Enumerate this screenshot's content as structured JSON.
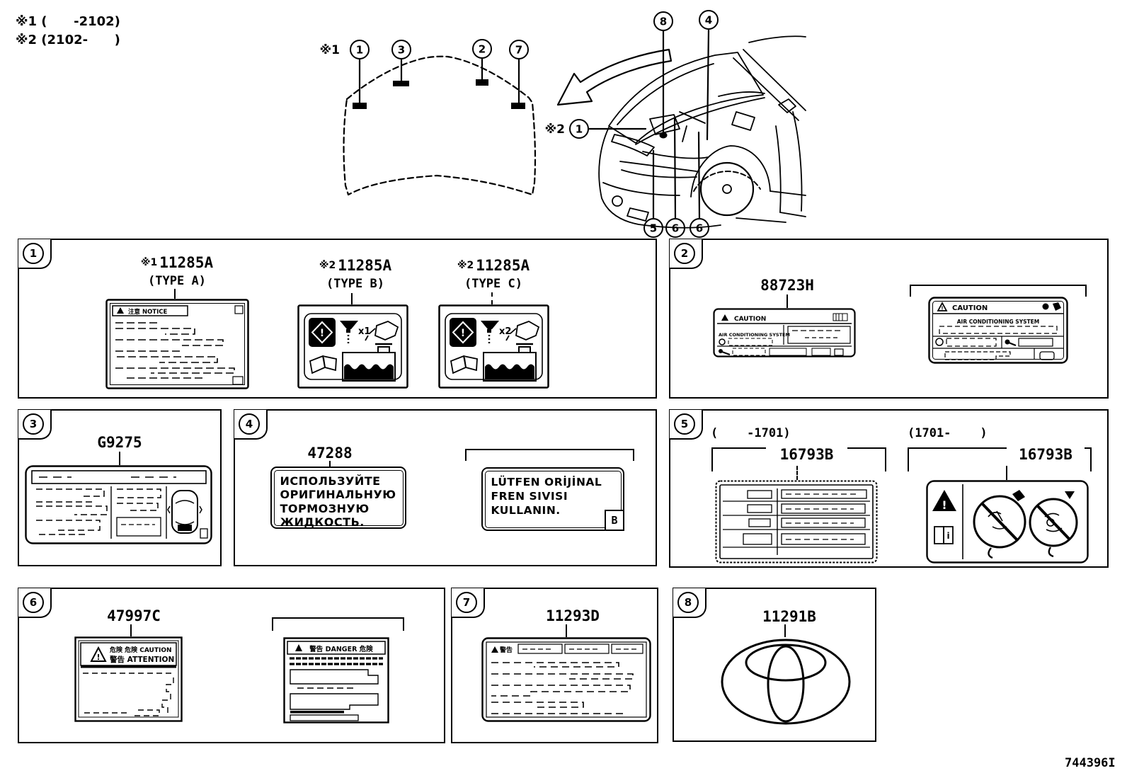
{
  "doc_number": "744396I",
  "notes": {
    "note1": "※1 (      -2102)",
    "note2": "※2 (2102-      )"
  },
  "diagram": {
    "hood_prefix": "※1",
    "engine_prefix": "※2",
    "hood_callouts": [
      "1",
      "3",
      "2",
      "7"
    ],
    "callout_8": "8",
    "callout_4": "4",
    "callout_1": "1",
    "callout_5": "5",
    "callout_6a": "6",
    "callout_6b": "6"
  },
  "panel1": {
    "num": "1",
    "a_prefix": "※1",
    "a_part": "11285A",
    "a_type": "(TYPE A)",
    "b_prefix": "※2",
    "b_part": "11285A",
    "b_type": "(TYPE B)",
    "c_prefix": "※2",
    "c_part": "11285A",
    "c_type": "(TYPE C)",
    "notice_header": "注意 NOTICE",
    "b_qty": "x1",
    "c_qty": "x2"
  },
  "panel2": {
    "num": "2",
    "part": "88723H",
    "caution": "CAUTION",
    "system_left": "AIR CONDITIONING SYSTEM",
    "system_right": "AIR CONDITIONING SYSTEM"
  },
  "panel3": {
    "num": "3",
    "part": "G9275"
  },
  "panel4": {
    "num": "4",
    "part": "47288",
    "russian_lines": [
      "ИСПОЛЬЗУЙТЕ",
      "ОРИГИНАЛЬНУЮ",
      "ТОРМОЗНУЮ",
      "ЖИДКОСТЬ."
    ],
    "turkish_lines": [
      "LÜTFEN ORİJİNAL",
      "FREN SIVISI",
      "KULLANIN."
    ],
    "badge": "B"
  },
  "panel5": {
    "num": "5",
    "range_old": "(    -1701)",
    "part_old": "16793B",
    "range_new": "(1701-    )",
    "part_new": "16793B"
  },
  "panel6": {
    "num": "6",
    "part": "47997C",
    "caution_jp1": "危険 危険 CAUTION",
    "caution_jp2": "警告 ATTENTION",
    "danger_header": "警告 DANGER 危険"
  },
  "panel7": {
    "num": "7",
    "part": "11293D",
    "warn": "警告"
  },
  "panel8": {
    "num": "8",
    "part": "11291B"
  }
}
